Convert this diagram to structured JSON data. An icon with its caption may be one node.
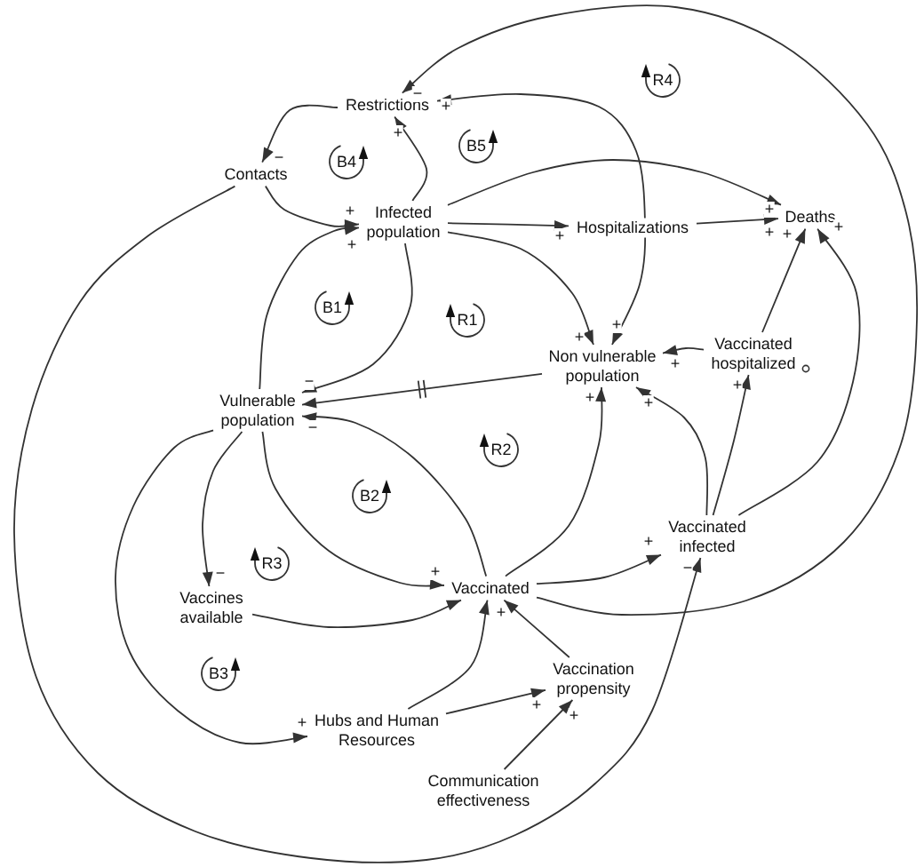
{
  "diagram": {
    "nodes": [
      {
        "text": [
          "Restrictions"
        ]
      },
      {
        "text": [
          "Contacts"
        ]
      },
      {
        "text": [
          "Infected population"
        ]
      },
      {
        "text": [
          "Hospitalizations"
        ]
      },
      {
        "text": [
          "Deaths"
        ]
      },
      {
        "text": [
          "Vulnerable population"
        ]
      },
      {
        "text": [
          "Non vulnerable population"
        ]
      },
      {
        "text": [
          "Vaccinated hospitalized"
        ]
      },
      {
        "text": [
          "Vaccines available"
        ]
      },
      {
        "text": [
          "Vaccinated"
        ]
      },
      {
        "text": [
          "Vaccinated infected"
        ]
      },
      {
        "text": [
          "Vaccination propensity"
        ]
      },
      {
        "text": [
          "Hubs and Human Resources"
        ]
      },
      {
        "text": [
          "Communication effectiveness"
        ]
      }
    ],
    "edges": [
      {
        "from": 0,
        "to": 1,
        "arrow": "to",
        "label": "−"
      },
      {
        "from": 1,
        "to": 2,
        "arrow": "to",
        "label": "+"
      },
      {
        "from": 2,
        "to": 0,
        "arrow": "to",
        "label": "+"
      },
      {
        "from": 0,
        "to": 6,
        "arrow": "both",
        "label": "+"
      },
      {
        "from": 9,
        "to": 0,
        "arrow": "to",
        "label": "−"
      },
      {
        "from": 2,
        "to": 3,
        "arrow": "to",
        "label": "+"
      },
      {
        "from": 3,
        "to": 4,
        "arrow": "to",
        "label": "+"
      },
      {
        "from": 2,
        "to": 4,
        "arrow": "to",
        "label": "+"
      },
      {
        "from": 2,
        "to": 6,
        "arrow": "to",
        "label": "+"
      },
      {
        "from": 2,
        "to": 5,
        "arrow": "to",
        "label": "−"
      },
      {
        "from": 5,
        "to": 2,
        "arrow": "to",
        "label": "+"
      },
      {
        "from": 6,
        "to": 5,
        "arrow": "to"
      },
      {
        "from": 5,
        "to": 9,
        "arrow": "to",
        "label": "+"
      },
      {
        "from": 9,
        "to": 5,
        "arrow": "to",
        "label": "−"
      },
      {
        "from": 9,
        "to": 6,
        "arrow": "to",
        "label": "+"
      },
      {
        "from": 10,
        "to": 6,
        "arrow": "to",
        "label": "+"
      },
      {
        "from": 7,
        "to": 6,
        "arrow": "to",
        "label": "+"
      },
      {
        "from": 10,
        "to": 7,
        "arrow": "to",
        "label": "+"
      },
      {
        "from": 7,
        "to": 4,
        "arrow": "to",
        "label": "+"
      },
      {
        "from": 10,
        "to": 4,
        "arrow": "to",
        "label": "+"
      },
      {
        "from": 5,
        "to": 8,
        "arrow": "to",
        "label": "−"
      },
      {
        "from": 8,
        "to": 9,
        "arrow": "to"
      },
      {
        "from": 5,
        "to": 12,
        "arrow": "to",
        "label": "+"
      },
      {
        "from": 12,
        "to": 9,
        "arrow": "to",
        "label": "+"
      },
      {
        "from": 12,
        "to": 11,
        "arrow": "to",
        "label": "+"
      },
      {
        "from": 13,
        "to": 11,
        "arrow": "to",
        "label": "+"
      },
      {
        "from": 11,
        "to": 9,
        "arrow": "to"
      },
      {
        "from": 9,
        "to": 10,
        "arrow": "to",
        "label": "+"
      },
      {
        "from": 1,
        "to": 10,
        "arrow": "to",
        "label": "−"
      }
    ],
    "labels": [
      "R4",
      "B4",
      "+",
      "B5",
      "B1",
      "R1",
      "R2",
      "B2",
      "R3",
      "B3"
    ]
  }
}
